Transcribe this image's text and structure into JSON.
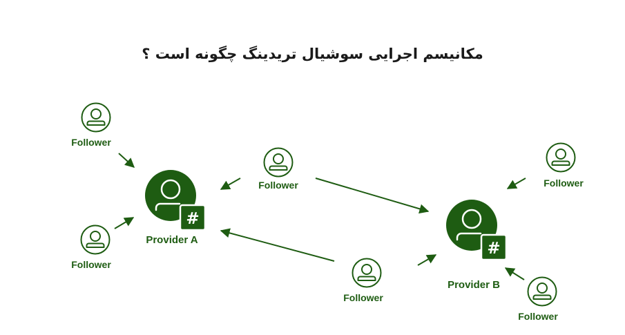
{
  "title": "مکانیسم اجرایی سوشیال تریدینگ چگونه است ؟",
  "colors": {
    "primary": "#1e5c12",
    "arrow": "#1e5c12",
    "text": "#1a1a1a"
  },
  "providers": [
    {
      "id": "provider-a",
      "label": "Provider A",
      "icon": "user-hash-icon"
    },
    {
      "id": "provider-b",
      "label": "Provider B",
      "icon": "user-hash-icon"
    }
  ],
  "followers": [
    {
      "label": "Follower",
      "follows": "Provider A"
    },
    {
      "label": "Follower",
      "follows": "Provider A"
    },
    {
      "label": "Follower",
      "follows": "Provider A"
    },
    {
      "label": "Follower",
      "follows": "Provider A"
    },
    {
      "label": "Follower",
      "follows": "Provider B"
    },
    {
      "label": "Follower",
      "follows": "Provider B"
    },
    {
      "label": "Follower",
      "follows": "Provider B"
    },
    {
      "label": "Follower",
      "follows": "Provider B"
    }
  ]
}
